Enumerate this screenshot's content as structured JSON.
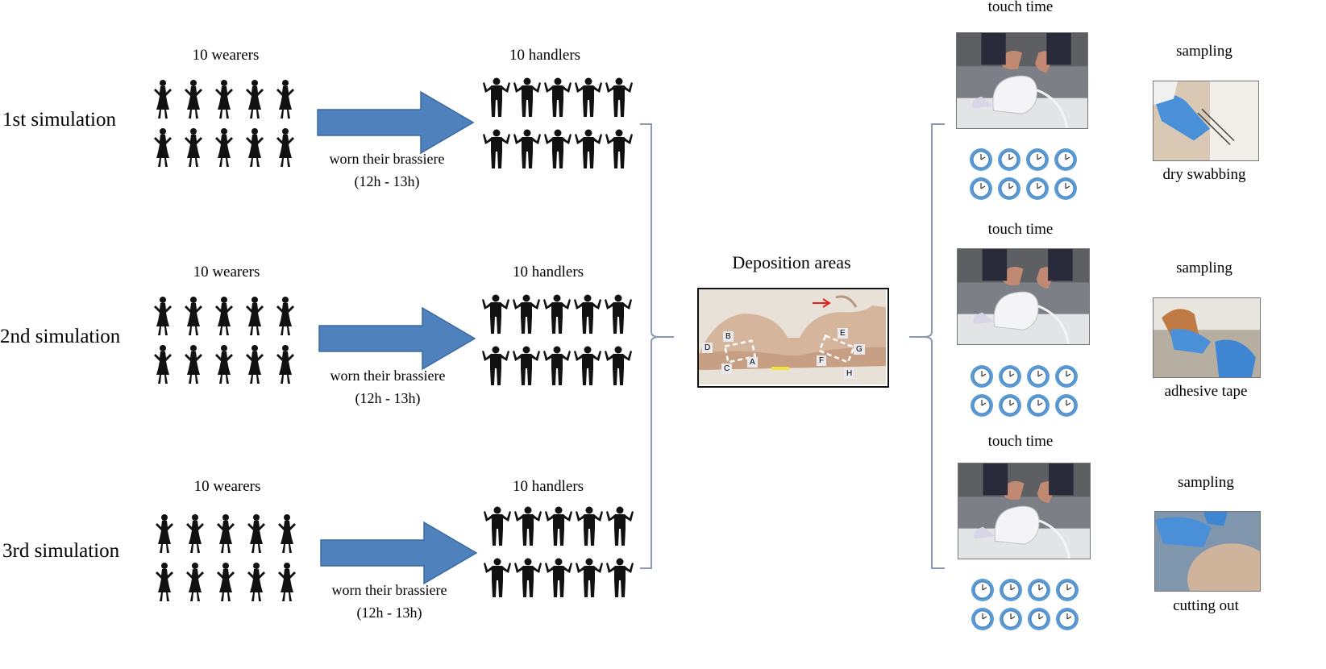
{
  "simulations": [
    {
      "label": "1st simulation",
      "wearers_label": "10 wearers",
      "handlers_label": "10 handlers",
      "arrow_line1": "worn their brassiere",
      "arrow_line2": "(12h - 13h)"
    },
    {
      "label": "2nd simulation",
      "wearers_label": "10 wearers",
      "handlers_label": "10 handlers",
      "arrow_line1": "worn their brassiere",
      "arrow_line2": "(12h - 13h)"
    },
    {
      "label": "3rd simulation",
      "wearers_label": "10 wearers",
      "handlers_label": "10 handlers",
      "arrow_line1": "worn their brassiere",
      "arrow_line2": "(12h - 13h)"
    }
  ],
  "deposition": {
    "title": "Deposition areas",
    "area_labels": [
      "A",
      "B",
      "C",
      "D",
      "E",
      "F",
      "G",
      "H"
    ]
  },
  "touch": [
    {
      "label": "touch time",
      "sampling_label": "sampling",
      "method": "dry swabbing"
    },
    {
      "label": "touch time",
      "sampling_label": "sampling",
      "method": "adhesive tape"
    },
    {
      "label": "touch time",
      "sampling_label": "sampling",
      "method": "cutting out"
    }
  ],
  "colors": {
    "arrow": "#4f81bd",
    "arrow_stroke": "#3a6aa0",
    "bracket": "#8c99b0",
    "silhouette": "#111111",
    "clock_ring": "#5b9bd5",
    "clock_fill": "#bcd3ea",
    "bra": "#d5b59c",
    "glove": "#4a90d9",
    "red_arrow": "#e02020"
  },
  "icons": [
    "female-silhouette-icon",
    "male-silhouette-icon",
    "stopwatch-icon",
    "block-arrow-icon",
    "red-arrow-icon"
  ]
}
